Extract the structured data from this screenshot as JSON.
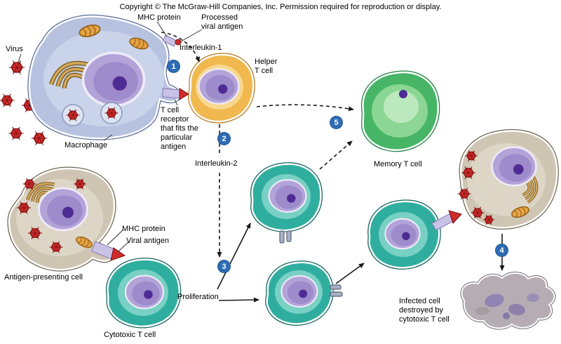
{
  "copyright": "Copyright © The McGraw-Hill Companies, Inc. Permission required for reproduction or display.",
  "labels": {
    "virus": "Virus",
    "mhc_protein_top": "MHC protein",
    "processed_viral_antigen": "Processed\nviral antigen",
    "interleukin_1": "Interleukin-1",
    "helper_t_cell": "Helper\nT cell",
    "t_cell_receptor": "T cell\nreceptor\nthat fits the\nparticular\nantigen",
    "macrophage": "Macrophage",
    "interleukin_2": "Interleukin-2",
    "memory_t_cell": "Memory T cell",
    "mhc_protein_left": "MHC protein",
    "viral_antigen": "Viral antigen",
    "antigen_presenting_cell": "Antigen-presenting cell",
    "cytotoxic_t_cell": "Cytotoxic T cell",
    "proliferation": "Proliferation",
    "infected_cell_destroyed": "Infected cell\ndestroyed by\ncytotoxic T cell"
  },
  "steps": {
    "s1": "1",
    "s2": "2",
    "s3": "3",
    "s4": "4",
    "s5": "5"
  },
  "colors": {
    "step_badge": "#2e6cb5",
    "macrophage_fill": "#b6c2e0",
    "helper_t_fill": "#f0b84e",
    "cytotoxic_t_fill": "#2fae9f",
    "memory_t_fill": "#46b566",
    "antigen_cell_fill": "#cfc5b3",
    "infected_cell_fill": "#cfc5b3",
    "destroyed_cell_fill": "#b5adb3",
    "virus_fill": "#cf2b2b",
    "nucleus_fill": "#b2a3d9",
    "mhc_bar_fill": "#c9c2e6",
    "background": "#ffffff"
  }
}
